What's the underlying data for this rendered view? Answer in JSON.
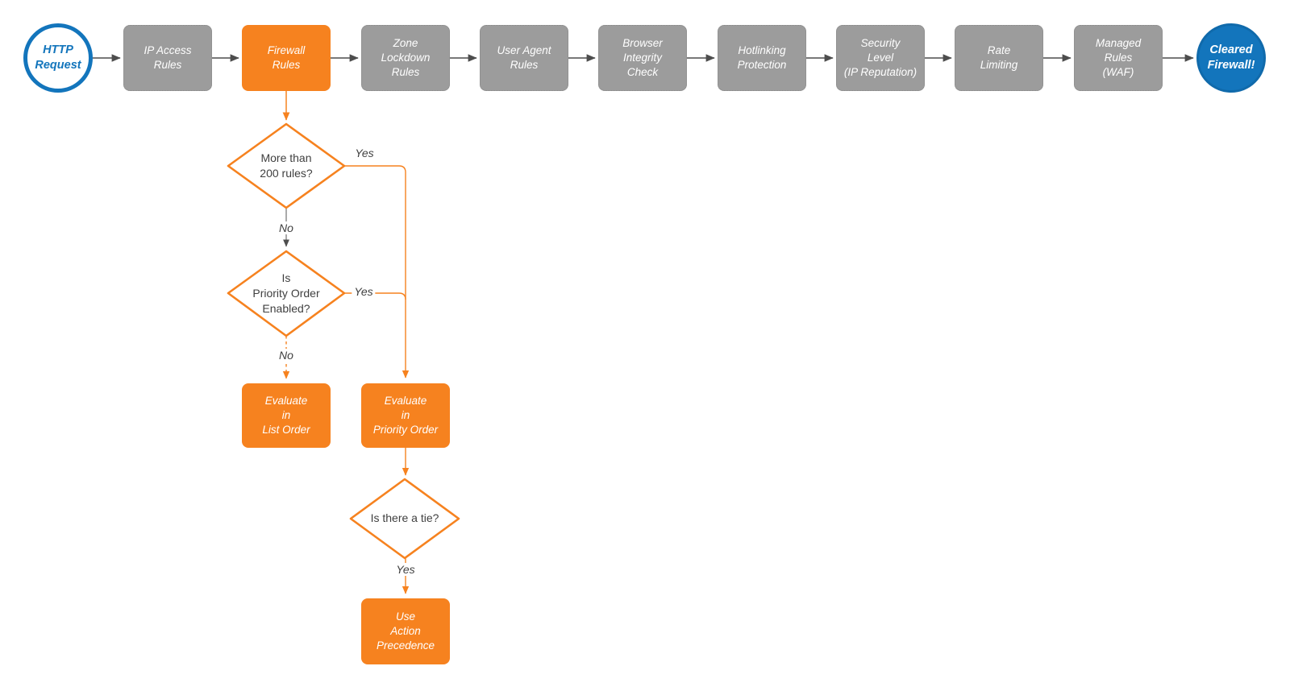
{
  "pipeline": {
    "start": {
      "label": "HTTP\nRequest",
      "shape": "circle"
    },
    "stages": [
      {
        "id": "ip-access-rules",
        "label": "IP Access\nRules",
        "highlight": false
      },
      {
        "id": "firewall-rules",
        "label": "Firewall\nRules",
        "highlight": true
      },
      {
        "id": "zone-lockdown-rules",
        "label": "Zone\nLockdown\nRules",
        "highlight": false
      },
      {
        "id": "user-agent-rules",
        "label": "User Agent\nRules",
        "highlight": false
      },
      {
        "id": "browser-integrity-check",
        "label": "Browser\nIntegrity\nCheck",
        "highlight": false
      },
      {
        "id": "hotlinking-protection",
        "label": "Hotlinking\nProtection",
        "highlight": false
      },
      {
        "id": "security-level",
        "label": "Security\nLevel\n(IP Reputation)",
        "highlight": false
      },
      {
        "id": "rate-limiting",
        "label": "Rate\nLimiting",
        "highlight": false
      },
      {
        "id": "managed-rules-waf",
        "label": "Managed\nRules\n(WAF)",
        "highlight": false
      }
    ],
    "end": {
      "label": "Cleared\nFirewall!",
      "shape": "circle"
    }
  },
  "decision_tree": {
    "decisions": [
      {
        "id": "more-than-200-rules",
        "label": "More than\n200 rules?"
      },
      {
        "id": "priority-order-enabled",
        "label": "Is\nPriority Order\nEnabled?"
      },
      {
        "id": "is-there-a-tie",
        "label": "Is there a tie?"
      }
    ],
    "actions": [
      {
        "id": "evaluate-list-order",
        "label": "Evaluate\nin\nList Order"
      },
      {
        "id": "evaluate-priority-order",
        "label": "Evaluate\nin\nPriority Order"
      },
      {
        "id": "use-action-precedence",
        "label": "Use\nAction\nPrecedence"
      }
    ],
    "edge_labels": {
      "d1_yes": "Yes",
      "d1_no": "No",
      "d2_yes": "Yes",
      "d2_no": "No",
      "d3_yes": "Yes"
    }
  },
  "colors": {
    "accent_orange": "#f6821f",
    "node_gray": "#9c9c9c",
    "accent_blue": "#1375bc",
    "connector_gray": "#4d4d4d",
    "text_dark": "#3f3f3f"
  }
}
